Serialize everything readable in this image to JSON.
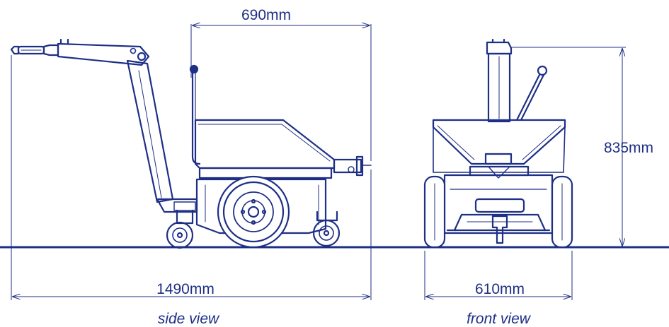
{
  "diagram": {
    "ink_color": "#1e2f86",
    "dimensions": {
      "top_length": "690mm",
      "overall_length": "1490mm",
      "height": "835mm",
      "width": "610mm"
    },
    "captions": {
      "side": "side view",
      "front": "front view"
    }
  }
}
